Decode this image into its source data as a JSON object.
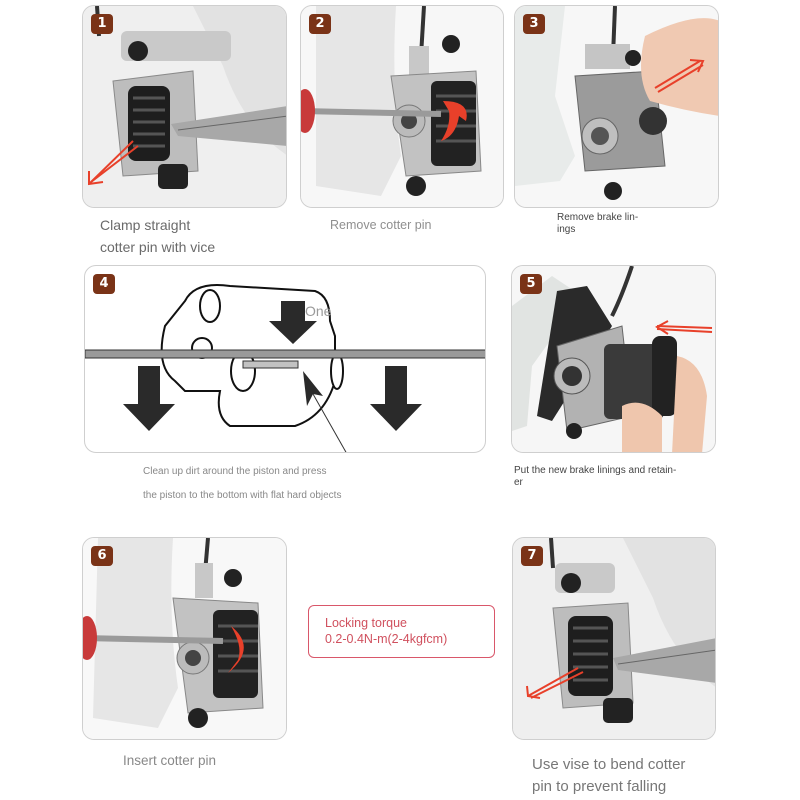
{
  "steps": [
    {
      "number": "1",
      "caption_line1": "Clamp straight",
      "caption_line2": "cotter pin with vice",
      "image": "pliers-clamping-cotter-pin-on-caliper"
    },
    {
      "number": "2",
      "caption": "Remove cotter pin",
      "image": "screwdriver-removing-cotter-pin"
    },
    {
      "number": "3",
      "caption_line1": "Remove brake lin-",
      "caption_line2": "ings",
      "image": "fingers-pulling-brake-pads-out"
    },
    {
      "number": "4",
      "caption_line1": "Clean up dirt around the piston and press",
      "caption_line2": "the piston to the bottom with flat hard objects",
      "diagram_label": "One",
      "image": "piston-press-diagram"
    },
    {
      "number": "5",
      "caption_line1": "Put the new brake linings and retain-",
      "caption_line2": "er",
      "image": "inserting-new-brake-pads"
    },
    {
      "number": "6",
      "caption": "Insert cotter pin",
      "image": "screwdriver-inserting-cotter-pin"
    },
    {
      "number": "7",
      "caption_line1": "Use vise to bend cotter",
      "caption_line2": "pin to prevent falling",
      "image": "pliers-bending-cotter-pin"
    }
  ],
  "torque_note": {
    "line1": "Locking torque",
    "line2": "0.2-0.4N-m(2-4kgfcm)"
  },
  "colors": {
    "badge": "#7a3317",
    "arrow_red": "#e8402a",
    "torque_border": "#d9576a",
    "caption_gray": "#6a6a6a"
  }
}
